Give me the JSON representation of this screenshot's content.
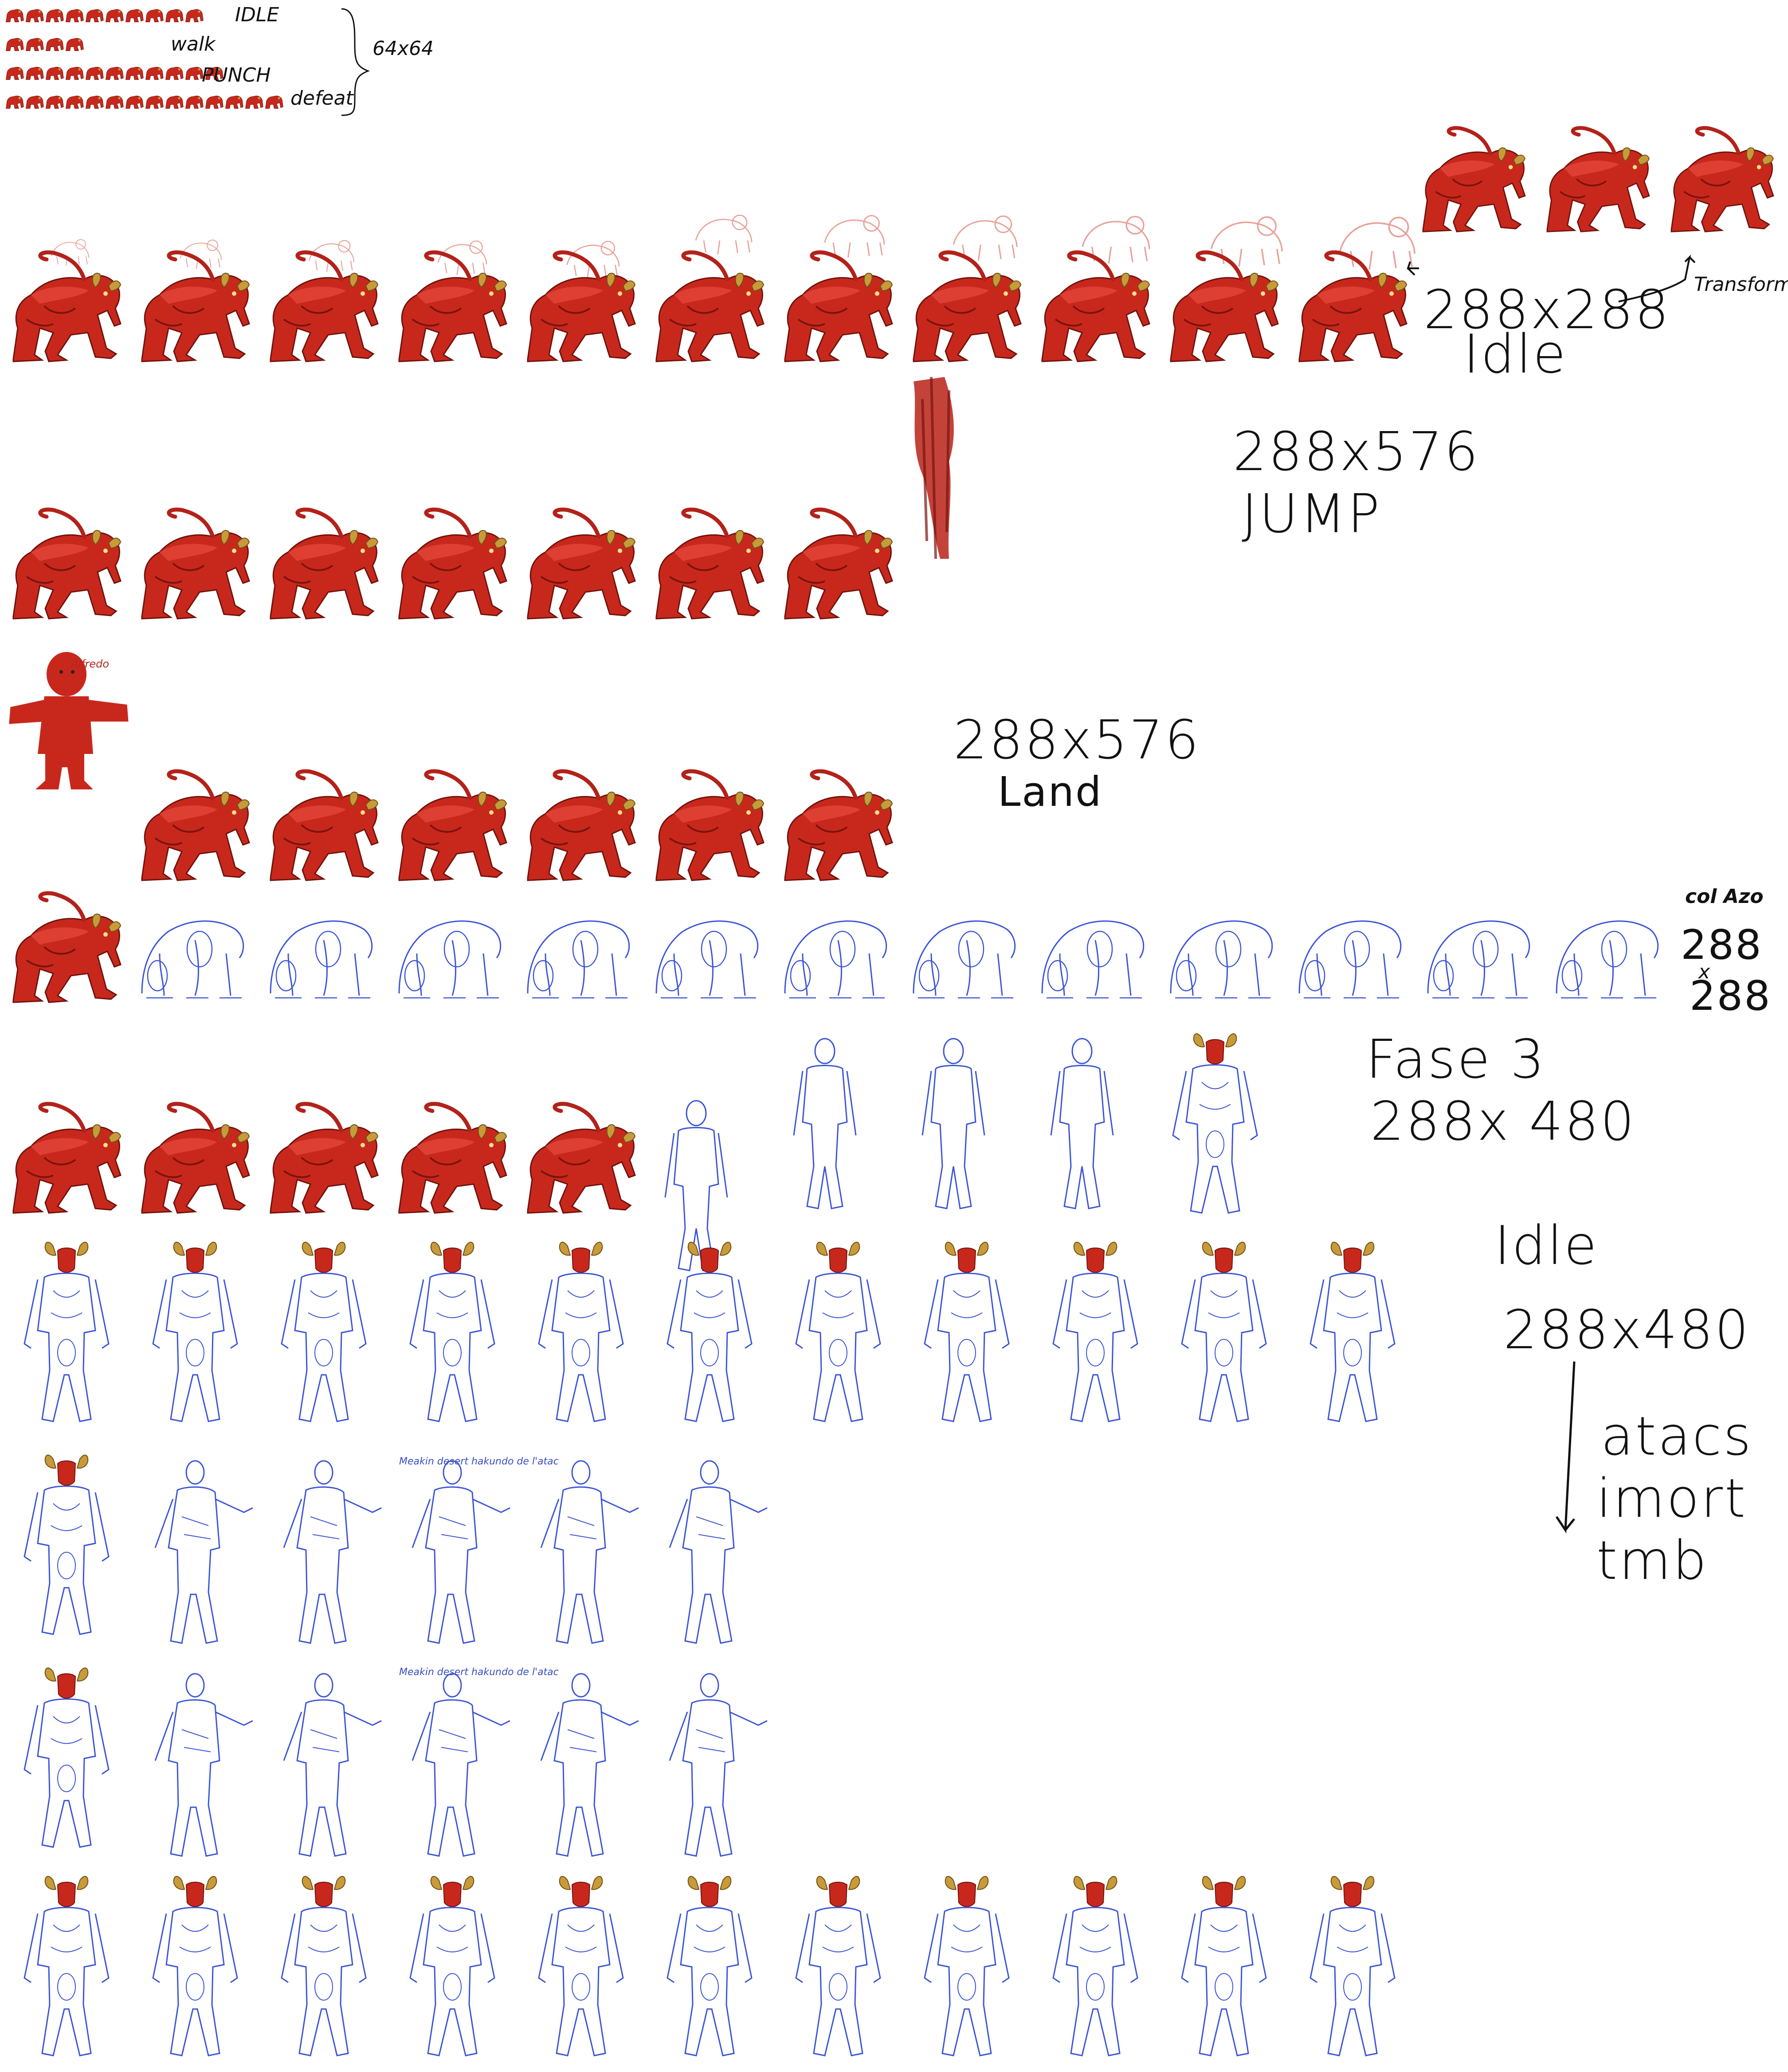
{
  "legend": {
    "rows": [
      "IDLE",
      "walk",
      "PUNCH",
      "defeat"
    ],
    "size": "64x64"
  },
  "notes": {
    "idle_size": "288x288",
    "idle_label": "Idle",
    "transform": "Transform",
    "jump_size": "288x576",
    "jump_label": "JUMP",
    "land_size": "288x576",
    "land_label": "Land",
    "col_azo": "col Azo",
    "col_azo_size_w": "288",
    "col_azo_size_x": "x",
    "col_azo_size_h": "288",
    "fase_label": "Fase 3",
    "fase_size": "288x 480",
    "idle2_label": "Idle",
    "idle2_size": "288x480",
    "atacs": [
      "atacs",
      "imort",
      "tmb"
    ],
    "sketch_note_1": "Meakin desert hakundo de l'atac",
    "sketch_note_2": "Meakin desert hakundo de l'atac",
    "small_red_note": "Alfredo"
  },
  "colors": {
    "beast_red": "#c8281c",
    "beast_dark": "#7a130d",
    "horn_gold": "#c89a3a",
    "sketch_blue": "#3c55d6",
    "sketch_red": "#e07a6e",
    "ink": "#111111"
  },
  "rows": [
    {
      "name": "row-transform-top",
      "kind": "beast",
      "count": 3,
      "label_ref": "transform"
    },
    {
      "name": "row-idle-beast",
      "kind": "beast",
      "count": 11
    },
    {
      "name": "row-jump",
      "kind": "beast",
      "count": 7
    },
    {
      "name": "row-land",
      "kind": "beast",
      "count": 6
    },
    {
      "name": "row-col-azo",
      "kind": "blue-sketch-crouch",
      "count": 12
    },
    {
      "name": "row-fase3-beast",
      "kind": "beast",
      "count": 5
    },
    {
      "name": "row-fase3-sketch",
      "kind": "blue-sketch-stand",
      "count": 5
    },
    {
      "name": "row-idle-human",
      "kind": "blue-horned",
      "count": 11
    },
    {
      "name": "row-attack-1",
      "kind": "blue-attack",
      "count": 6
    },
    {
      "name": "row-attack-2",
      "kind": "blue-attack",
      "count": 6
    },
    {
      "name": "row-idle-human-2",
      "kind": "blue-horned",
      "count": 11
    }
  ]
}
